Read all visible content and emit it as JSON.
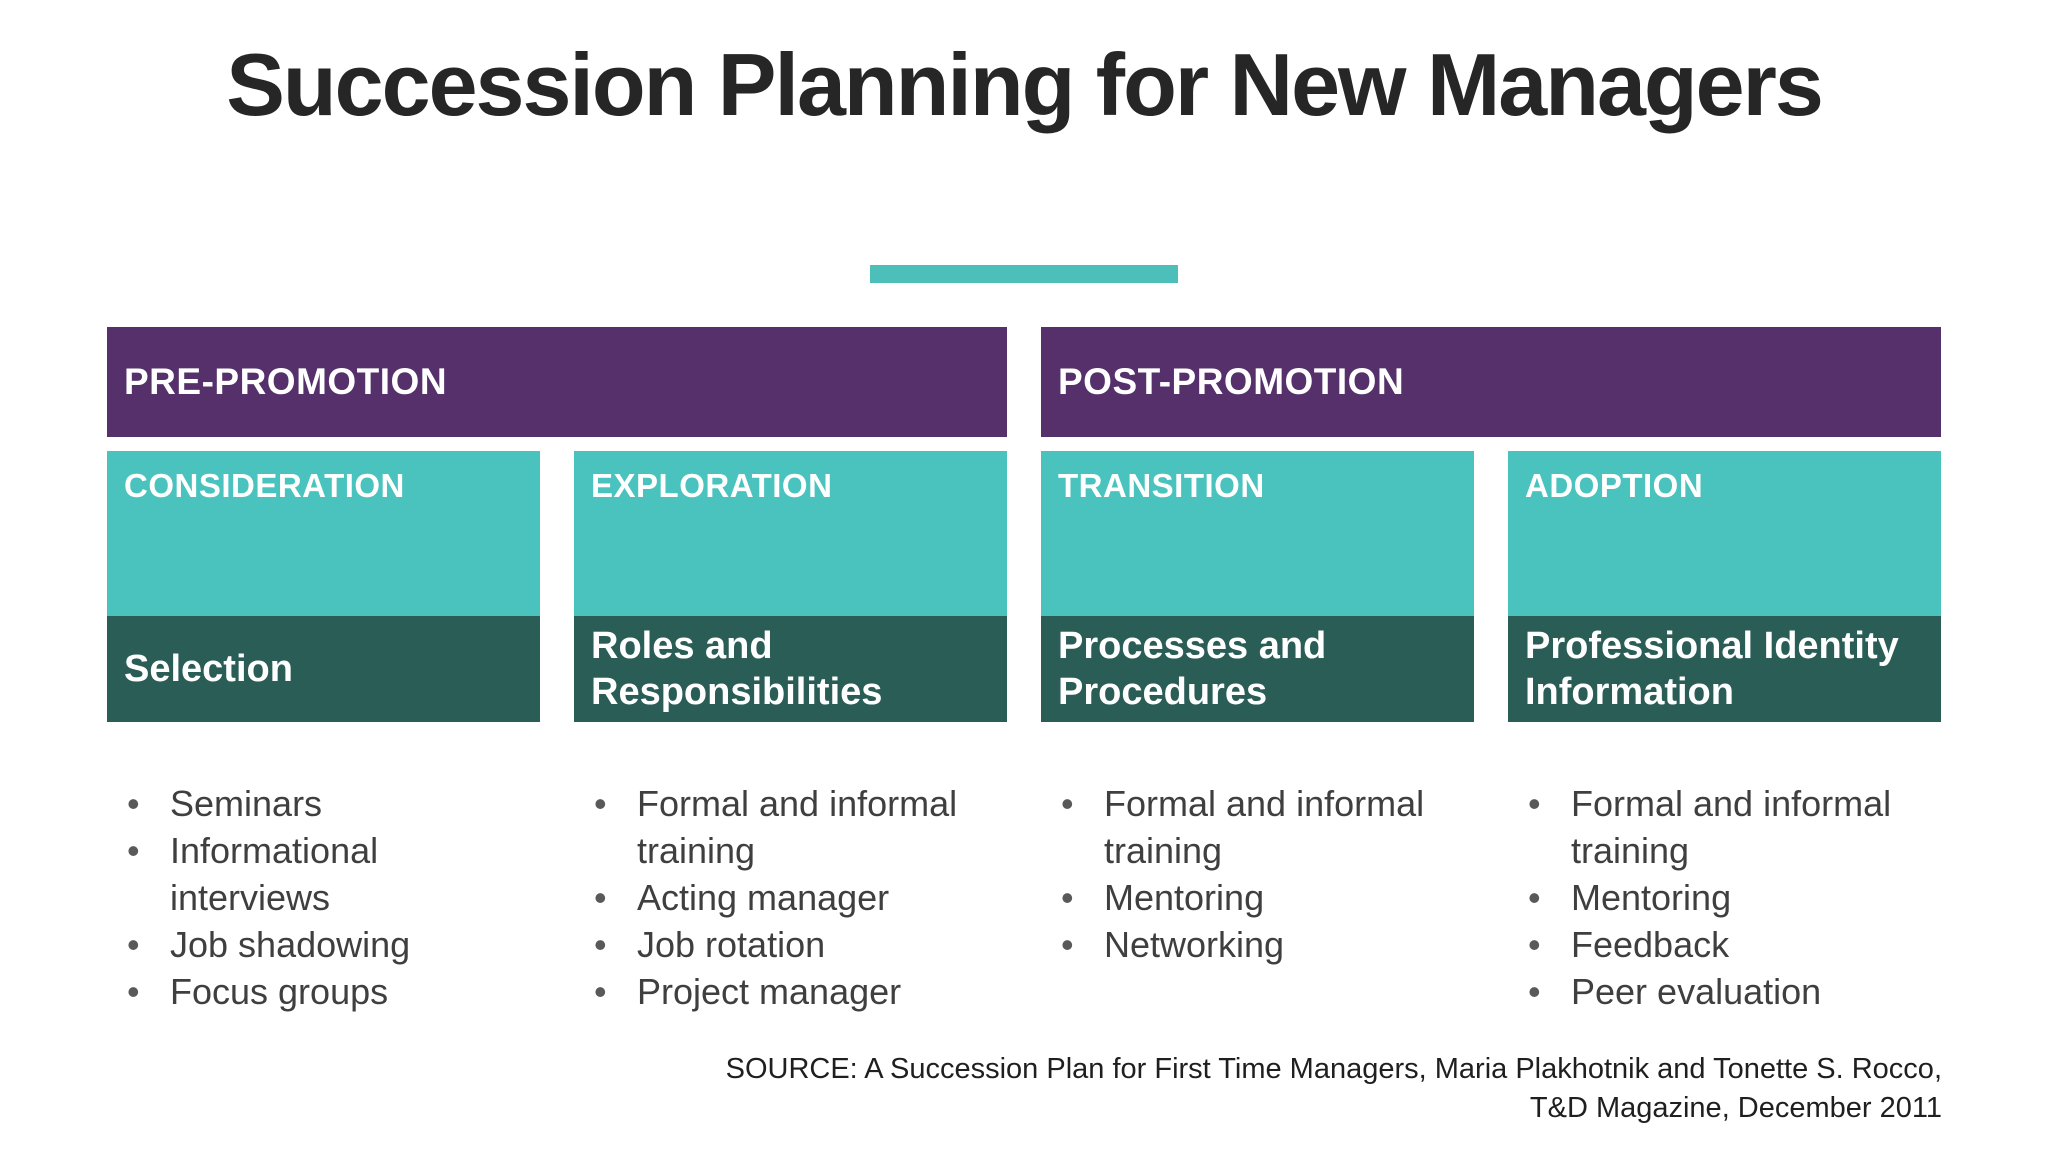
{
  "slide": {
    "title": "Succession Planning for New Managers",
    "source_line1": "SOURCE: A Succession Plan for First Time Managers, Maria Plakhotnik and Tonette S. Rocco,",
    "source_line2": "T&D Magazine, December 2011"
  },
  "phases": [
    {
      "label": "PRE-PROMOTION"
    },
    {
      "label": "POST-PROMOTION"
    }
  ],
  "columns": [
    {
      "stage": "CONSIDERATION",
      "focus": "Selection",
      "items": [
        "Seminars",
        "Informational interviews",
        "Job shadowing",
        "Focus groups"
      ]
    },
    {
      "stage": "EXPLORATION",
      "focus": "Roles and Responsibilities",
      "items": [
        "Formal and informal training",
        "Acting manager",
        "Job rotation",
        "Project manager"
      ]
    },
    {
      "stage": "TRANSITION",
      "focus": "Processes and Procedures",
      "items": [
        "Formal and informal training",
        "Mentoring",
        "Networking"
      ]
    },
    {
      "stage": "ADOPTION",
      "focus": "Professional Identity Information",
      "items": [
        "Formal and informal training",
        "Mentoring",
        "Feedback",
        "Peer evaluation"
      ]
    }
  ],
  "colors": {
    "purple": "#55306b",
    "teal_light": "#4ac3be",
    "teal_dark": "#2a5d56",
    "accent_bar": "#4cbfba",
    "title_text": "#262626",
    "body_text": "#3f3f3f",
    "header_text": "#ffffff"
  }
}
